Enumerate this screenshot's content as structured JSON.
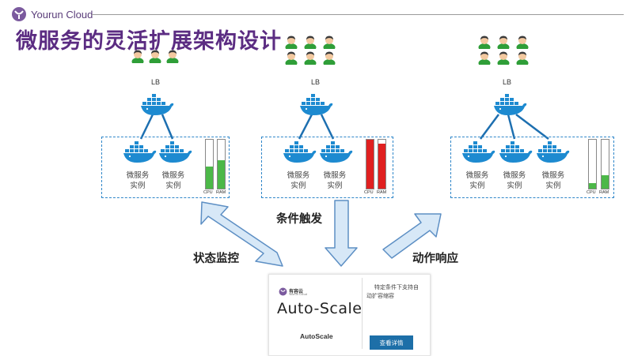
{
  "brand": {
    "name": "Yourun Cloud"
  },
  "title": "微服务的灵活扩展架构设计",
  "clusters": [
    {
      "lb": "LB",
      "services": [
        "微服务\n实例",
        "微服务\n实例"
      ],
      "cpu_label": "CPU",
      "ram_label": "RAM",
      "cpu_level": 0.45,
      "ram_level": 0.58,
      "bar_color": "#4cb848"
    },
    {
      "lb": "LB",
      "services": [
        "微服务\n实例",
        "微服务\n实例"
      ],
      "cpu_label": "CPU",
      "ram_label": "RAM",
      "cpu_level": 1.0,
      "ram_level": 0.92,
      "bar_color": "#e02020"
    },
    {
      "lb": "LB",
      "services": [
        "微服务\n实例",
        "微服务\n实例",
        "微服务\n实例"
      ],
      "cpu_label": "CPU",
      "ram_label": "RAM",
      "cpu_level": 0.12,
      "ram_level": 0.28,
      "bar_color": "#4cb848"
    }
  ],
  "labels": {
    "monitor": "状态监控",
    "trigger": "条件触发",
    "action": "动作响应"
  },
  "card": {
    "logo": "有容云",
    "logo_sub": "Yourun Cloud",
    "big": "Auto-Scale",
    "small": "AutoScale",
    "description": "特定条件下支持自动扩容缩容",
    "button": "查看详情"
  },
  "colors": {
    "title": "#5b2c82",
    "cluster_border": "#2e86c9",
    "arrow_fill": "#d7e8f7",
    "arrow_stroke": "#5d8fc4",
    "docker": "#1d8ad0"
  }
}
